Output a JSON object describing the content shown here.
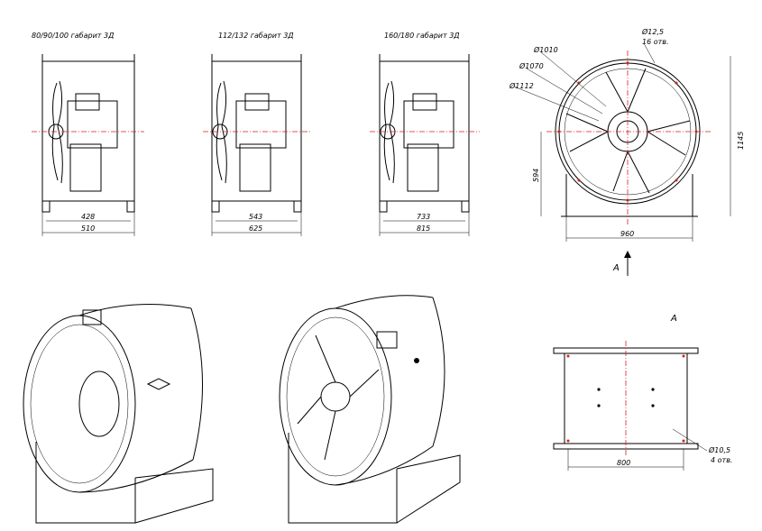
{
  "side_views": [
    {
      "caption": "80/90/100 габарит 3Д",
      "dim_inner": "428",
      "dim_outer": "510"
    },
    {
      "caption": "112/132 габарит 3Д",
      "dim_inner": "543",
      "dim_outer": "625"
    },
    {
      "caption": "160/180 габарит 3Д",
      "dim_inner": "733",
      "dim_outer": "815"
    }
  ],
  "front_view": {
    "dia_1010": "Ø1010",
    "dia_1070": "Ø1070",
    "dia_1112": "Ø1112",
    "hole_dia": "Ø12,5",
    "hole_count": "16 отв.",
    "height_total": "1145",
    "height_axis": "594",
    "width": "960"
  },
  "view_arrow_label": "А",
  "bottom_view": {
    "title": "А",
    "width": "800",
    "hole_dia": "Ø10,5",
    "hole_count": "4 отв."
  },
  "colors": {
    "axis": "#d42020",
    "line": "#000000"
  }
}
